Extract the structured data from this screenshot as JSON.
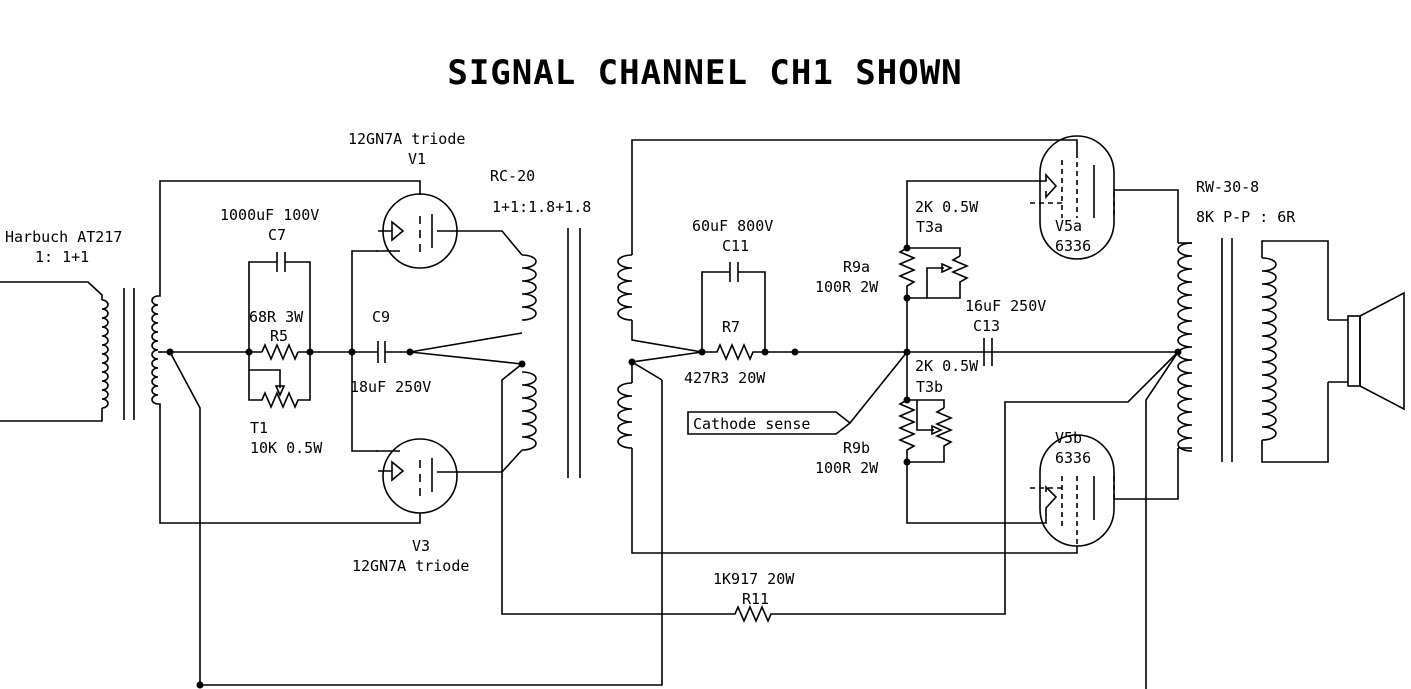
{
  "title": "SIGNAL CHANNEL CH1 SHOWN",
  "labels": {
    "in_xfmr_name": "Harbuch AT217",
    "in_xfmr_ratio": "1: 1+1",
    "v1_type": "12GN7A triode",
    "v1_ref": "V1",
    "v3_ref": "V3",
    "v3_type": "12GN7A triode",
    "rc20_name": "RC-20",
    "rc20_ratio": "1+1:1.8+1.8",
    "c7_value": "1000uF 100V",
    "c7_ref": "C7",
    "r5_value": "68R 3W",
    "r5_ref": "R5",
    "c9_ref": "C9",
    "c9_value": "18uF 250V",
    "t1_ref": "T1",
    "t1_value": "10K 0.5W",
    "c11_value": "60uF 800V",
    "c11_ref": "C11",
    "r7_ref": "R7",
    "r7_value": "427R3 20W",
    "cathode_sense": "Cathode sense",
    "r9a_ref": "R9a",
    "r9a_value": "100R 2W",
    "r9b_ref": "R9b",
    "r9b_value": "100R 2W",
    "t3a_value": "2K 0.5W",
    "t3a_ref": "T3a",
    "t3b_value": "2K 0.5W",
    "t3b_ref": "T3b",
    "c13_value": "16uF 250V",
    "c13_ref": "C13",
    "v5a_ref": "V5a",
    "v5a_type": "6336",
    "v5b_ref": "V5b",
    "v5b_type": "6336",
    "out_xfmr_name": "RW-30-8",
    "out_xfmr_ratio": "8K P-P : 6R",
    "r11_value": "1K917 20W",
    "r11_ref": "R11"
  }
}
